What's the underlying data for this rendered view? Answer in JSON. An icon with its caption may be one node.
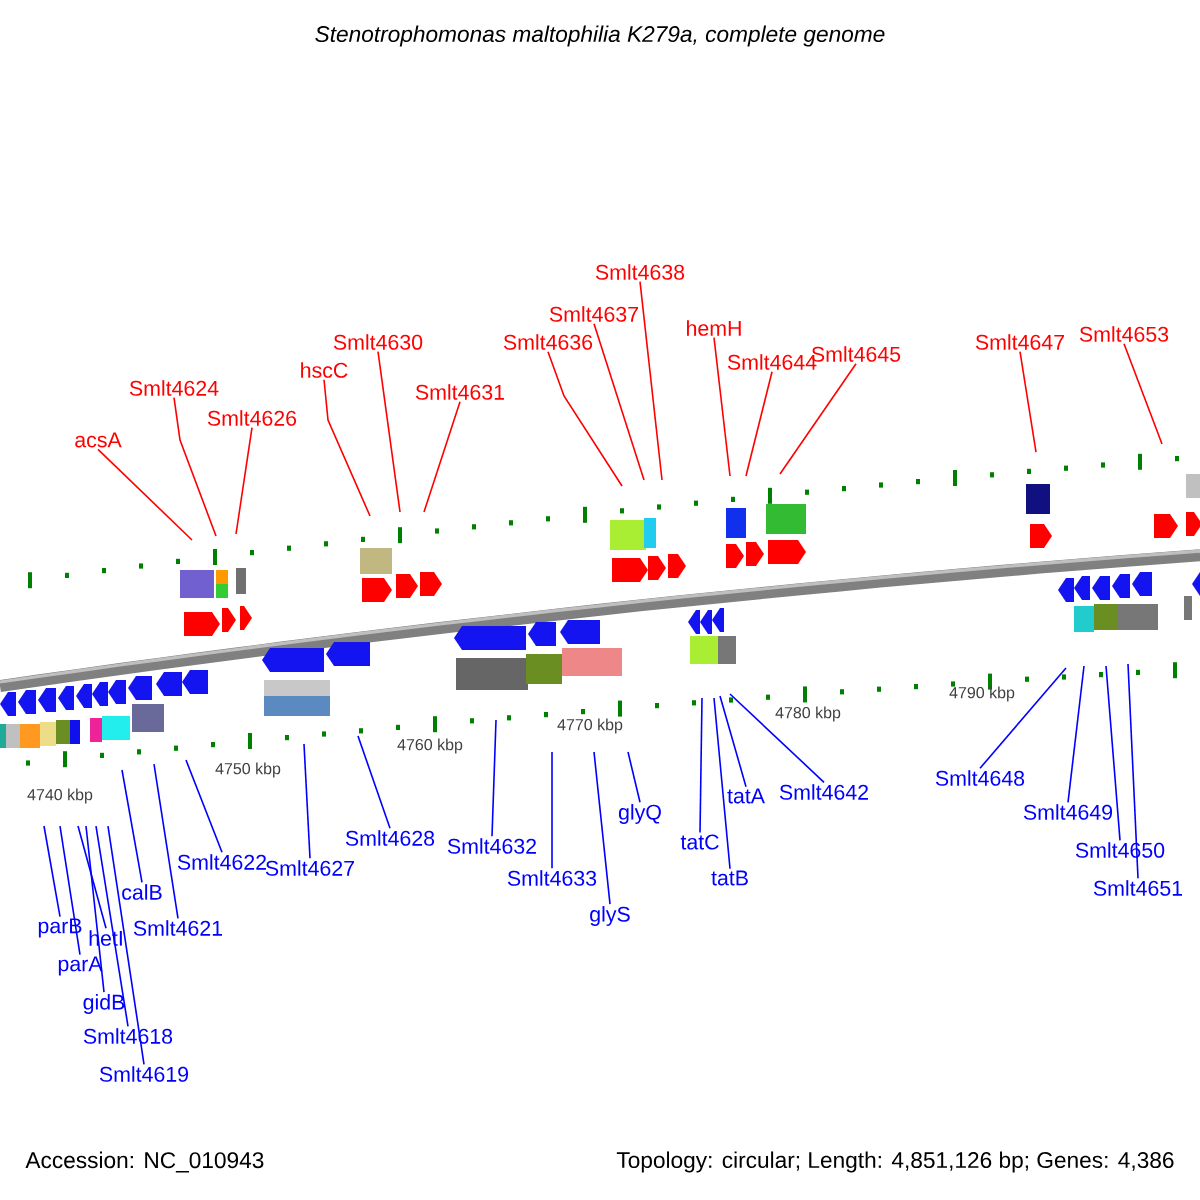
{
  "diagram": {
    "title": "Stenotrophomonas maltophilia K279a, complete genome",
    "nodes": [
      {
        "text": [
          "acsA"
        ]
      },
      {
        "text": [
          "Smlt4624"
        ]
      },
      {
        "text": [
          "Smlt4626"
        ]
      },
      {
        "text": [
          "hscC"
        ]
      },
      {
        "text": [
          "Smlt4630"
        ]
      },
      {
        "text": [
          "Smlt4631"
        ]
      },
      {
        "text": [
          "Smlt4636"
        ]
      },
      {
        "text": [
          "Smlt4637"
        ]
      },
      {
        "text": [
          "Smlt4638"
        ]
      },
      {
        "text": [
          "hemH"
        ]
      },
      {
        "text": [
          "Smlt4644"
        ]
      },
      {
        "text": [
          "Smlt4645"
        ]
      },
      {
        "text": [
          "Smlt4647"
        ]
      },
      {
        "text": [
          "Smlt4653"
        ]
      },
      {
        "text": [
          "parB"
        ]
      },
      {
        "text": [
          "parA"
        ]
      },
      {
        "text": [
          "hetI"
        ]
      },
      {
        "text": [
          "gidB"
        ]
      },
      {
        "text": [
          "Smlt4618"
        ]
      },
      {
        "text": [
          "Smlt4619"
        ]
      },
      {
        "text": [
          "calB"
        ]
      },
      {
        "text": [
          "Smlt4621"
        ]
      },
      {
        "text": [
          "Smlt4622"
        ]
      },
      {
        "text": [
          "Smlt4627"
        ]
      },
      {
        "text": [
          "Smlt4628"
        ]
      },
      {
        "text": [
          "Smlt4632"
        ]
      },
      {
        "text": [
          "Smlt4633"
        ]
      },
      {
        "text": [
          "glyS"
        ]
      },
      {
        "text": [
          "glyQ"
        ]
      },
      {
        "text": [
          "tatC"
        ]
      },
      {
        "text": [
          "tatB"
        ]
      },
      {
        "text": [
          "tatA"
        ]
      },
      {
        "text": [
          "Smlt4642"
        ]
      },
      {
        "text": [
          "Smlt4648"
        ]
      },
      {
        "text": [
          "Smlt4649"
        ]
      },
      {
        "text": [
          "Smlt4650"
        ]
      },
      {
        "text": [
          "Smlt4651"
        ]
      }
    ],
    "edges": [
      {
        "from": 0,
        "to": null,
        "arrow": "none",
        "color": "#ff0000"
      },
      {
        "from": 1,
        "to": null,
        "arrow": "none",
        "color": "#ff0000"
      },
      {
        "from": 2,
        "to": null,
        "arrow": "none",
        "color": "#ff0000"
      },
      {
        "from": 3,
        "to": null,
        "arrow": "none",
        "color": "#ff0000"
      },
      {
        "from": 4,
        "to": null,
        "arrow": "none",
        "color": "#ff0000"
      },
      {
        "from": 5,
        "to": null,
        "arrow": "none",
        "color": "#ff0000"
      },
      {
        "from": 6,
        "to": null,
        "arrow": "none",
        "color": "#ff0000"
      },
      {
        "from": 7,
        "to": null,
        "arrow": "none",
        "color": "#ff0000"
      },
      {
        "from": 8,
        "to": null,
        "arrow": "none",
        "color": "#ff0000"
      },
      {
        "from": 9,
        "to": null,
        "arrow": "none",
        "color": "#ff0000"
      },
      {
        "from": 10,
        "to": null,
        "arrow": "none",
        "color": "#ff0000"
      },
      {
        "from": 11,
        "to": null,
        "arrow": "none",
        "color": "#ff0000"
      },
      {
        "from": 12,
        "to": null,
        "arrow": "none",
        "color": "#ff0000"
      },
      {
        "from": 13,
        "to": null,
        "arrow": "none",
        "color": "#ff0000"
      },
      {
        "from": 14,
        "to": null,
        "arrow": "none"
      },
      {
        "from": 15,
        "to": null,
        "arrow": "none"
      },
      {
        "from": 16,
        "to": null,
        "arrow": "none"
      },
      {
        "from": 17,
        "to": null,
        "arrow": "none"
      },
      {
        "from": 18,
        "to": null,
        "arrow": "none"
      },
      {
        "from": 19,
        "to": null,
        "arrow": "none"
      },
      {
        "from": 20,
        "to": null,
        "arrow": "none"
      },
      {
        "from": 21,
        "to": null,
        "arrow": "none"
      },
      {
        "from": 22,
        "to": null,
        "arrow": "none"
      },
      {
        "from": 23,
        "to": null,
        "arrow": "none"
      },
      {
        "from": 24,
        "to": null,
        "arrow": "none"
      },
      {
        "from": 25,
        "to": null,
        "arrow": "none"
      },
      {
        "from": 26,
        "to": null,
        "arrow": "none"
      },
      {
        "from": 27,
        "to": null,
        "arrow": "none"
      },
      {
        "from": 28,
        "to": null,
        "arrow": "none"
      },
      {
        "from": 29,
        "to": null,
        "arrow": "none"
      },
      {
        "from": 30,
        "to": null,
        "arrow": "none"
      },
      {
        "from": 31,
        "to": null,
        "arrow": "none"
      },
      {
        "from": 32,
        "to": null,
        "arrow": "none"
      },
      {
        "from": 33,
        "to": null,
        "arrow": "none"
      },
      {
        "from": 34,
        "to": null,
        "arrow": "none"
      },
      {
        "from": 35,
        "to": null,
        "arrow": "none"
      },
      {
        "from": 36,
        "to": null,
        "arrow": "none"
      }
    ],
    "labels": [
      "4740 kbp",
      "4750 kbp",
      "4760 kbp",
      "4770 kbp",
      "4780 kbp",
      "4790 kbp",
      "Accession: NC_010943",
      "Topology: circular; Length: 4,851,126 bp; Genes: 4,386"
    ]
  }
}
